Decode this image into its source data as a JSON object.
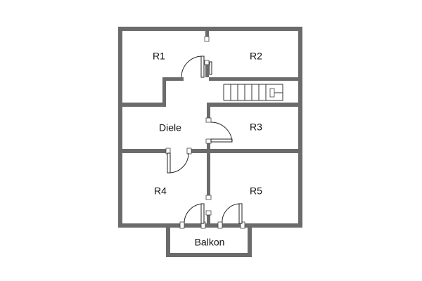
{
  "floor_plan": {
    "rooms": {
      "r1": "R1",
      "r2": "R2",
      "r3": "R3",
      "diele": "Diele",
      "r4": "R4",
      "r5": "R5",
      "balkon": "Balkon"
    },
    "colors": {
      "wall": "#6b6b6b",
      "background": "#ffffff",
      "line": "#222222"
    }
  }
}
